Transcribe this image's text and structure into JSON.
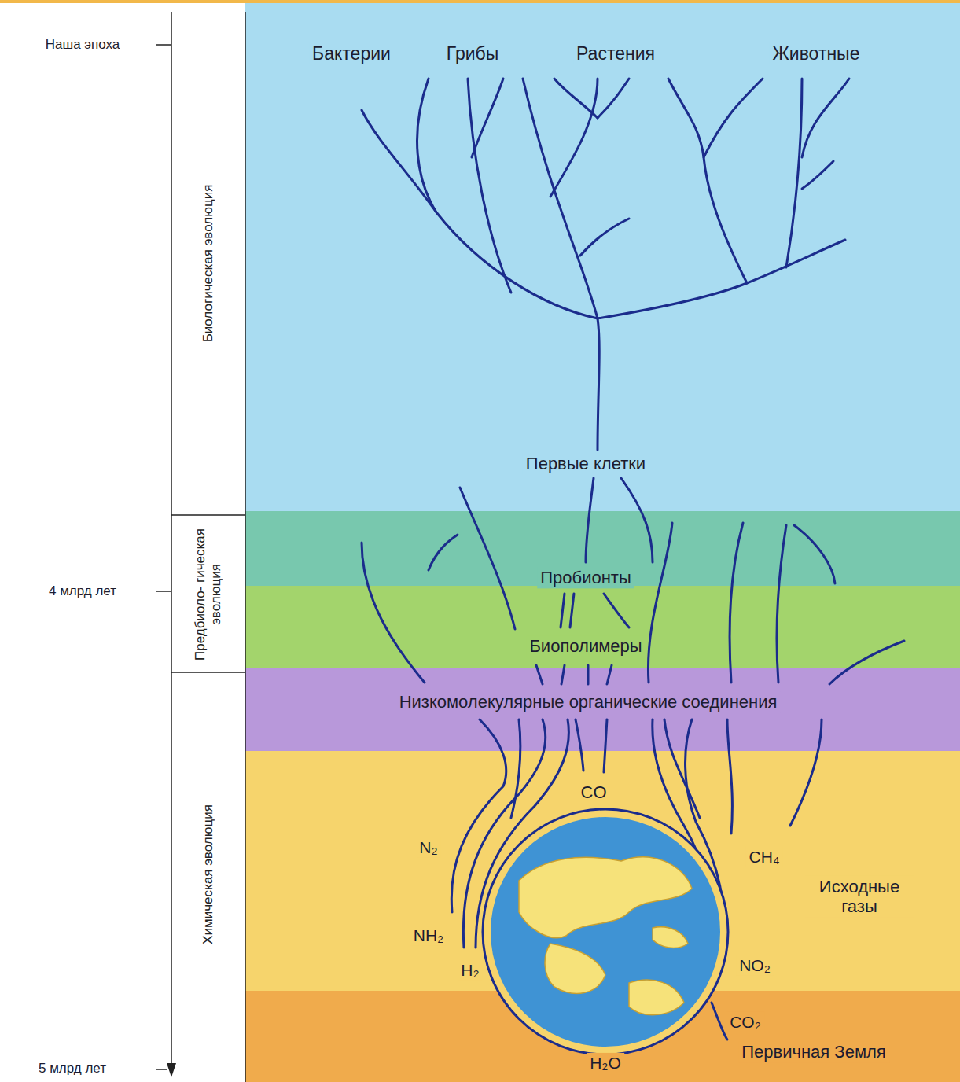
{
  "diagram": {
    "nodes": [
      {
        "text": [
          "Биологическая эволюция"
        ]
      },
      {
        "text": [
          "Предбиоло- гическая эволюция"
        ]
      },
      {
        "text": [
          "Химическая эволюция"
        ]
      }
    ],
    "labels": [
      "Наша эпоха",
      "4 млрд лет",
      "5 млрд лет",
      "Бактерии",
      "Грибы",
      "Растения",
      "Животные",
      "Первые клетки",
      "Пробионты",
      "Биополимеры",
      "Низкомолекулярные органические соединения",
      "CO",
      "N₂",
      "NH₂",
      "H₂",
      "CH₄",
      "NO₂",
      "CO₂",
      "H₂O",
      "Исходные газы",
      "Первичная Земля"
    ]
  }
}
